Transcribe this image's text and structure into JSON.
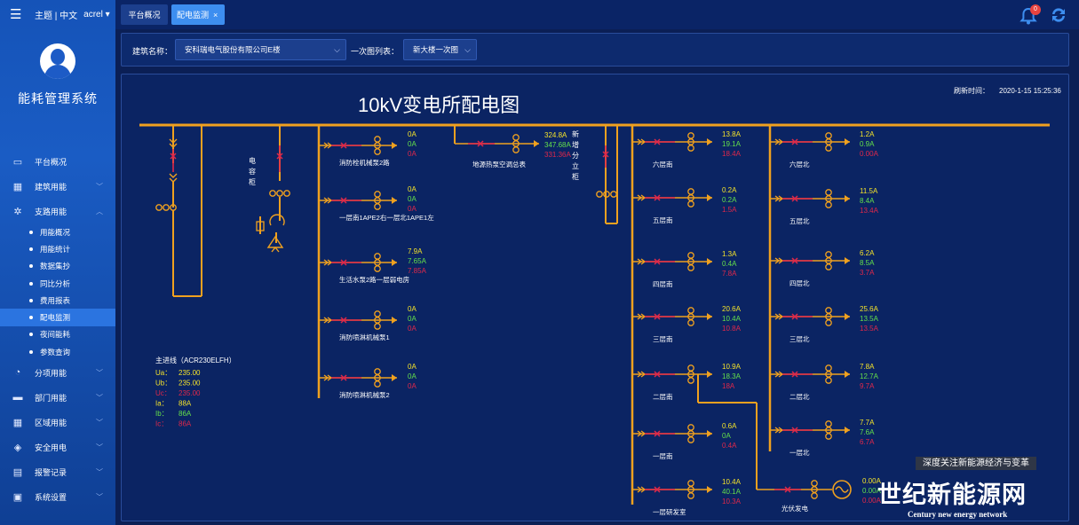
{
  "app": {
    "topbar_text": "主题 | 中文",
    "user": "acrel ▾",
    "system_name": "能耗管理系统"
  },
  "menu": [
    {
      "label": "平台概况",
      "icon": "monitor-icon",
      "expand": false
    },
    {
      "label": "建筑用能",
      "icon": "building-icon",
      "expand": true
    },
    {
      "label": "支路用能",
      "icon": "branch-icon",
      "expand": true,
      "open": true
    }
  ],
  "submenu": [
    "用能概况",
    "用能统计",
    "数据集抄",
    "同比分析",
    "费用报表",
    "配电监测",
    "夜间能耗",
    "参数查询"
  ],
  "active_submenu": "配电监测",
  "menu2": [
    {
      "label": "分项用能",
      "icon": "category-icon"
    },
    {
      "label": "部门用能",
      "icon": "folder-icon"
    },
    {
      "label": "区域用能",
      "icon": "region-icon"
    },
    {
      "label": "安全用电",
      "icon": "shield-icon"
    },
    {
      "label": "报警记录",
      "icon": "document-icon"
    },
    {
      "label": "系统设置",
      "icon": "settings-icon"
    }
  ],
  "tabs": [
    {
      "label": "平台概况"
    },
    {
      "label": "配电监测"
    }
  ],
  "notification_count": "0",
  "filter": {
    "building_label": "建筑名称：",
    "building_value": "安科瑞电气股份有限公司E楼",
    "diagram_label": "一次图列表：",
    "diagram_value": "新大楼一次图"
  },
  "diagram": {
    "title": "10kV变电所配电图",
    "refresh_label": "刷新时间：",
    "refresh_time": "2020-1-15 15:25:36",
    "capacitor_label": "电容柜",
    "heating_label": "地源热泵空调总表",
    "heating_values": [
      "324.8A",
      "347.68A",
      "331.36A"
    ],
    "subcabinet_label": "新增分立柜",
    "main": {
      "title": "主进线（ACR230ELFH）",
      "rows": [
        {
          "k": "Ua：",
          "v": "235.00"
        },
        {
          "k": "Ub：",
          "v": "235.00"
        },
        {
          "k": "Uc：",
          "v": "235.00"
        },
        {
          "k": "Ia：",
          "v": "88A"
        },
        {
          "k": "Ib：",
          "v": "86A"
        },
        {
          "k": "Ic：",
          "v": "86A"
        }
      ]
    },
    "col1": [
      {
        "name": "消防栓机械泵2路",
        "v": [
          "0A",
          "0A",
          "0A"
        ]
      },
      {
        "name": "一层南1APE2右一层北1APE1左",
        "v": [
          "0A",
          "0A",
          "0A"
        ]
      },
      {
        "name": "生活水泵2路一层弱电房",
        "v": [
          "7.9A",
          "7.65A",
          "7.85A"
        ]
      },
      {
        "name": "消防喷淋机械泵1",
        "v": [
          "0A",
          "0A",
          "0A"
        ]
      },
      {
        "name": "消防喷淋机械泵2",
        "v": [
          "0A",
          "0A",
          "0A"
        ]
      }
    ],
    "col2": [
      {
        "name": "六层南",
        "v": [
          "13.8A",
          "19.1A",
          "18.4A"
        ]
      },
      {
        "name": "五层南",
        "v": [
          "0.2A",
          "0.2A",
          "1.5A"
        ]
      },
      {
        "name": "四层南",
        "v": [
          "1.3A",
          "0.4A",
          "7.8A"
        ]
      },
      {
        "name": "三层南",
        "v": [
          "20.6A",
          "10.4A",
          "10.8A"
        ]
      },
      {
        "name": "二层南",
        "v": [
          "10.9A",
          "18.3A",
          "18A"
        ]
      },
      {
        "name": "一层南",
        "v": [
          "0.6A",
          "0A",
          "0.4A"
        ]
      },
      {
        "name": "一层研发室",
        "v": [
          "10.4A",
          "40.1A",
          "10.3A"
        ]
      }
    ],
    "col3": [
      {
        "name": "六层北",
        "v": [
          "1.2A",
          "0.9A",
          "0.00A"
        ]
      },
      {
        "name": "五层北",
        "v": [
          "11.5A",
          "8.4A",
          "13.4A"
        ]
      },
      {
        "name": "四层北",
        "v": [
          "6.2A",
          "8.5A",
          "3.7A"
        ]
      },
      {
        "name": "三层北",
        "v": [
          "25.6A",
          "13.5A",
          "13.5A"
        ]
      },
      {
        "name": "二层北",
        "v": [
          "7.8A",
          "12.7A",
          "9.7A"
        ]
      },
      {
        "name": "一层北",
        "v": [
          "7.7A",
          "7.6A",
          "6.7A"
        ]
      }
    ],
    "pv": {
      "name": "光伏发电",
      "v": [
        "0.00A",
        "0.00A",
        "0.00A"
      ]
    }
  },
  "watermark": {
    "line1": "深度关注新能源经济与变革",
    "line2": "世纪新能源网",
    "line3": "Century new energy network"
  },
  "colors": {
    "bus": "#f0a11f",
    "phaseA": "#f4e32a",
    "phaseB": "#65e04a",
    "phaseC": "#e0284a",
    "breaker": "#e0284a"
  }
}
